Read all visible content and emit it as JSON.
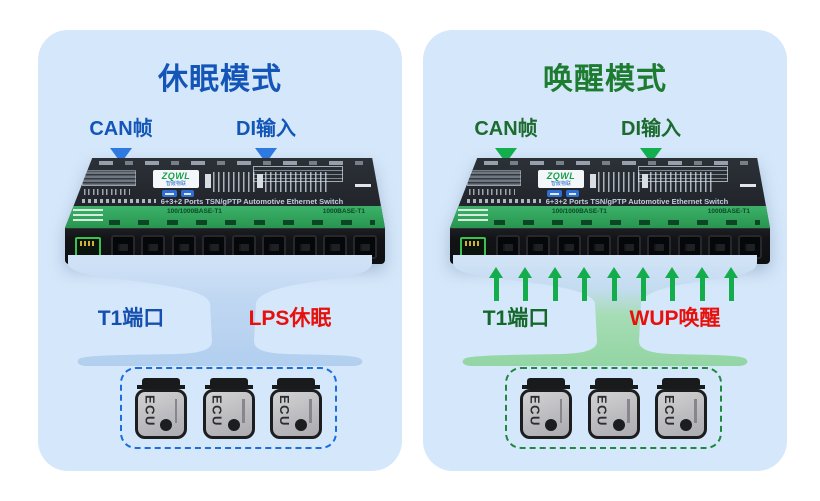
{
  "page": {
    "background": "#ffffff",
    "panel_background": "#d5e7fa"
  },
  "device": {
    "brand": "ZQWL",
    "brand_cn": "智嵌物联",
    "title": "6+3+2 Ports TSN/gPTP Automotive Ethernet Switch",
    "strip_left": "100/1000BASE-T1",
    "strip_right": "1000BASE-T1"
  },
  "left_panel": {
    "title": "休眠模式",
    "can_label": "CAN帧",
    "di_label": "DI输入",
    "port_label": "T1端口",
    "action_label": "LPS休眠",
    "ecu_labels": [
      "ECU",
      "ECU",
      "ECU"
    ],
    "colors": {
      "title": "#1456b8",
      "input_arrow": "#2e7ae2",
      "port_label": "#1550b0",
      "action_label": "#e8100c",
      "funnel_top": "#d2e3f7",
      "funnel_bottom": "#b2cfef",
      "dashed_border": "#1a6ee0"
    }
  },
  "right_panel": {
    "title": "唤醒模式",
    "can_label": "CAN帧",
    "di_label": "DI输入",
    "port_label": "T1端口",
    "action_label": "WUP唤醒",
    "ecu_labels": [
      "ECU",
      "ECU",
      "ECU"
    ],
    "colors": {
      "title": "#1e7c31",
      "input_arrow": "#12b04e",
      "wake_arrow": "#13ae4b",
      "port_label": "#15682c",
      "action_label": "#e8100c",
      "funnel_top": "#d2e3f7",
      "funnel_bottom": "#93d5a4",
      "dashed_border": "#1f8a3d"
    }
  }
}
